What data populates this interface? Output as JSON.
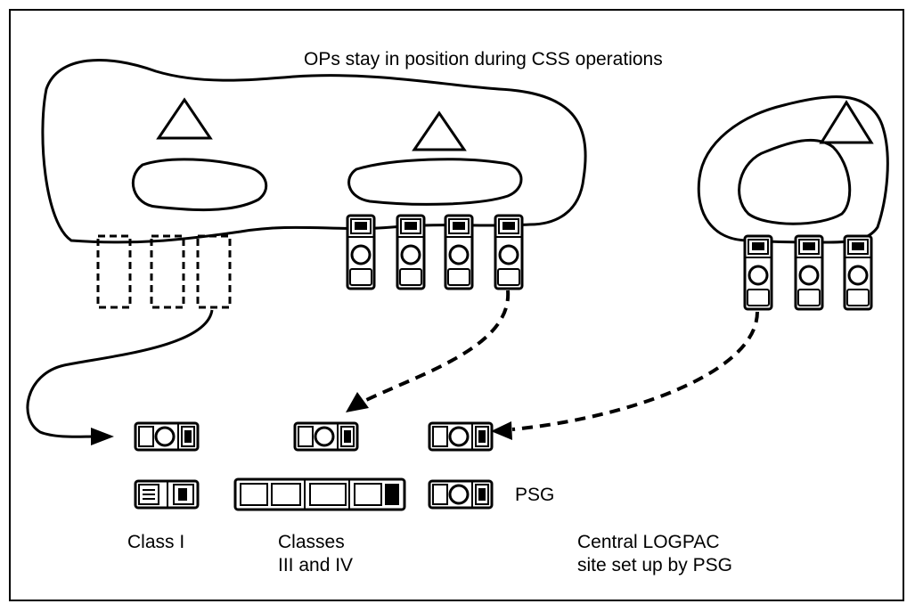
{
  "title": "OPs stay in position during CSS operations",
  "labels": {
    "class_i": "Class I",
    "classes_line1": "Classes",
    "classes_line2": "III and IV",
    "psg": "PSG",
    "central_line1": "Central LOGPAC",
    "central_line2": "site set up by PSG"
  },
  "colors": {
    "ink": "#000000",
    "paper": "#ffffff"
  },
  "icons": [
    "triangle-op-icon",
    "truck-vertical-icon",
    "truck-placeholder-icon",
    "truck-horizontal-icon",
    "tanker-truck-icon",
    "cargo-trailer-icon",
    "curved-arrow-icon",
    "dashed-arrow-icon"
  ]
}
